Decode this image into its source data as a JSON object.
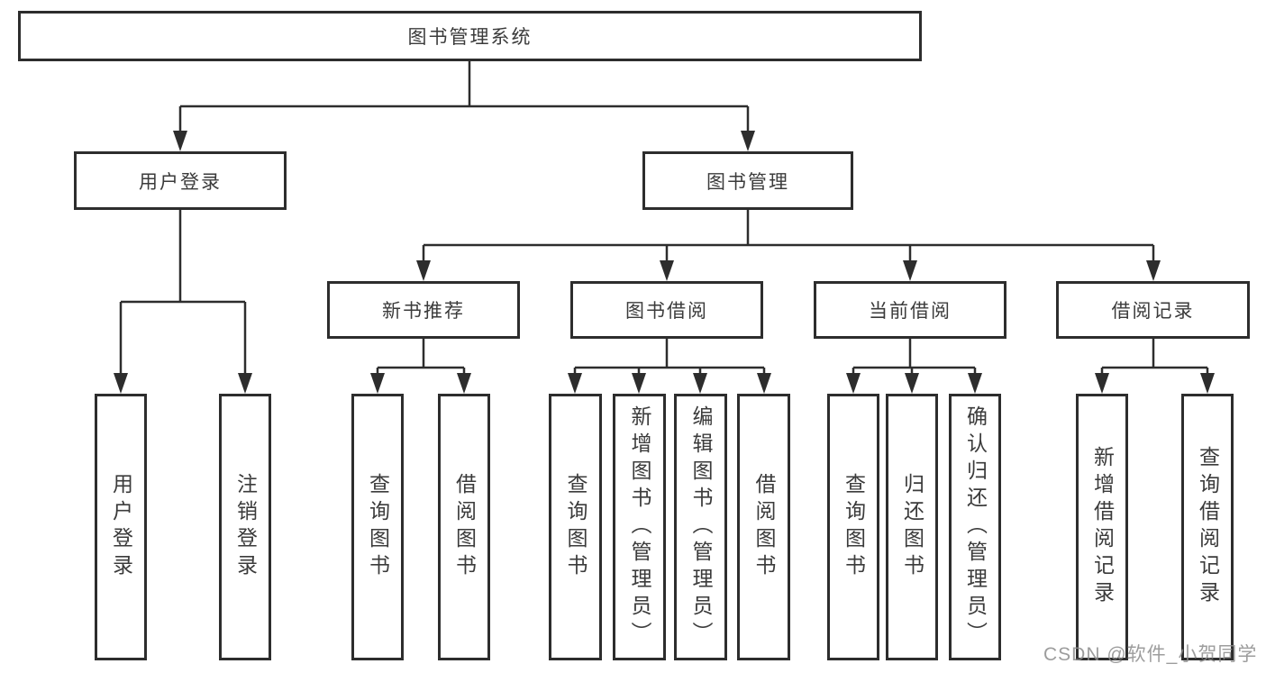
{
  "tree": {
    "label": "图书管理系统",
    "children": [
      {
        "label": "用户登录",
        "children": [
          {
            "label": "用户登录"
          },
          {
            "label": "注销登录"
          }
        ]
      },
      {
        "label": "图书管理",
        "children": [
          {
            "label": "新书推荐",
            "children": [
              {
                "label": "查询图书"
              },
              {
                "label": "借阅图书"
              }
            ]
          },
          {
            "label": "图书借阅",
            "children": [
              {
                "label": "查询图书"
              },
              {
                "label": "新增图书（管理员）"
              },
              {
                "label": "编辑图书（管理员）"
              },
              {
                "label": "借阅图书"
              }
            ]
          },
          {
            "label": "当前借阅",
            "children": [
              {
                "label": "查询图书"
              },
              {
                "label": "归还图书"
              },
              {
                "label": "确认归还（管理员）"
              }
            ]
          },
          {
            "label": "借阅记录",
            "children": [
              {
                "label": "新增借阅记录"
              },
              {
                "label": "查询借阅记录"
              }
            ]
          }
        ]
      }
    ]
  },
  "watermark": "CSDN @软件_小贺同学",
  "colors": {
    "line": "#2d2d2d",
    "box_border": "#2d2d2d",
    "text": "#3b3b3b",
    "watermark": "#8c8c8c",
    "background": "#ffffff"
  }
}
